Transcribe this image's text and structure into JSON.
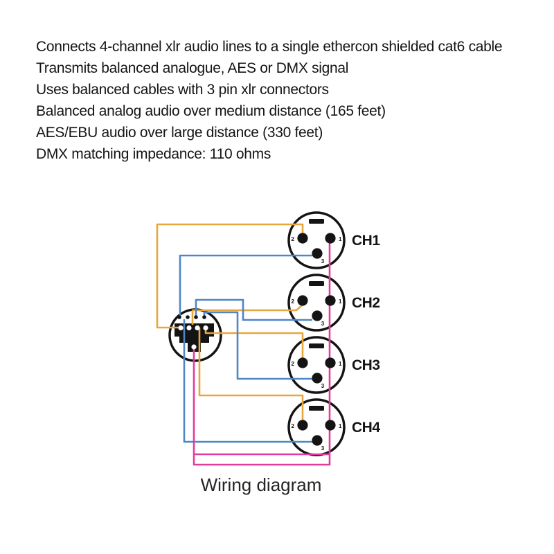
{
  "description": {
    "lines": [
      "Connects 4-channel xlr audio lines to a single ethercon shielded cat6 cable",
      "Transmits balanced analogue, AES or DMX signal",
      "Uses balanced cables with 3 pin xlr connectors",
      "Balanced analog audio over medium distance (165 feet)",
      "AES/EBU audio over large distance (330 feet)",
      "DMX matching impedance: 110 ohms"
    ]
  },
  "diagram": {
    "caption": "Wiring diagram",
    "connector": {
      "type": "ethercon-rj45"
    },
    "channels": [
      {
        "label": "CH1"
      },
      {
        "label": "CH2"
      },
      {
        "label": "CH3"
      },
      {
        "label": "CH4"
      }
    ],
    "xlr_pins": {
      "pin1": "1",
      "pin2": "2",
      "pin3": "3"
    },
    "wire_colors": {
      "hot": "#E9A63C",
      "cold": "#4F86C5",
      "ground": "#E33C9E"
    }
  }
}
